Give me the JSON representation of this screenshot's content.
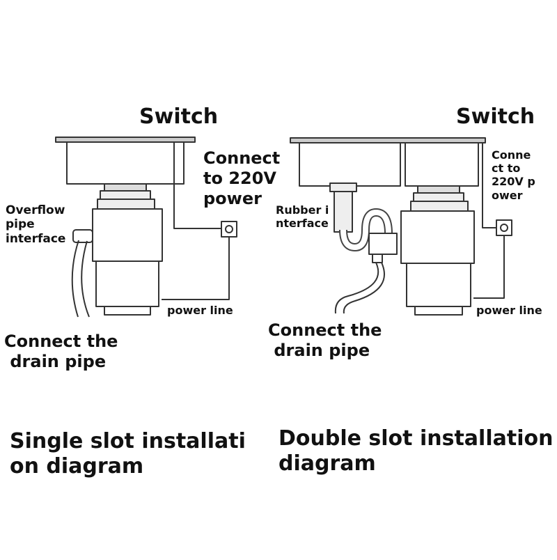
{
  "single": {
    "switch_label": "Switch",
    "power_label": "Connect\nto 220V\npower",
    "overflow_label": "Overflow\npipe\ninterface",
    "power_line_label": "power line",
    "drain_label": "Connect the\n drain pipe",
    "caption": "Single slot installati\non diagram"
  },
  "double": {
    "switch_label": "Switch",
    "power_label": "Conne\nct to\n220V p\nower",
    "rubber_label": "Rubber i\nnterface",
    "power_line_label": "power line",
    "drain_label": "Connect the\n drain pipe",
    "caption": "Double slot installation\ndiagram"
  }
}
